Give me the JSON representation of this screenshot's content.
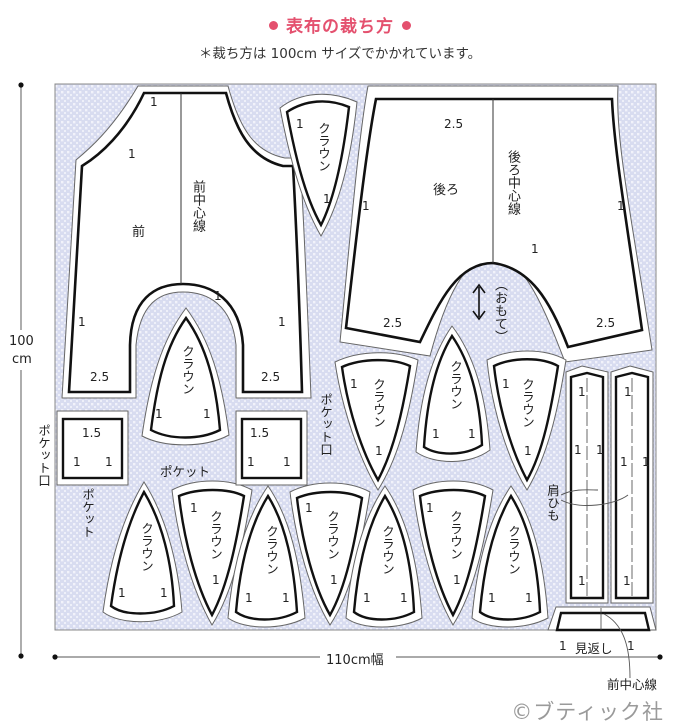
{
  "header": {
    "title": "表布の裁ち方",
    "title_color": "#e4506e",
    "subtitle": "＊裁ち方は 100cm サイズでかかれています。"
  },
  "colors": {
    "fabric": "#d8dcf0",
    "fabric_dot": "#f3f4fb",
    "outline": "#111111",
    "seam": "#555555",
    "dimension_line": "#555555"
  },
  "dimensions": {
    "height_value": "100",
    "height_unit": "cm",
    "width_label": "110cm幅"
  },
  "pieces": {
    "front": {
      "label": "前",
      "center_line": "前中心線",
      "seam_side": "1",
      "seam_hem": "2.5"
    },
    "back": {
      "label": "後ろ",
      "center_line": "後ろ中心線",
      "seam_waist": "2.5",
      "seam_side": "1",
      "seam_hem": "2.5"
    },
    "grain": {
      "label": "（おもて）"
    },
    "crown": {
      "label": "クラウン",
      "seam": "1",
      "count": 12
    },
    "pocket": {
      "label": "ポケット",
      "opening": "ポケット口",
      "seam_top": "1.5",
      "seam_side": "1"
    },
    "shoulder_strap": {
      "label": "肩ひも",
      "seam": "1"
    },
    "facing": {
      "label": "見返し",
      "seam": "1",
      "center_line": "前中心線"
    }
  },
  "footer": {
    "copyright": "©ブティック社"
  }
}
